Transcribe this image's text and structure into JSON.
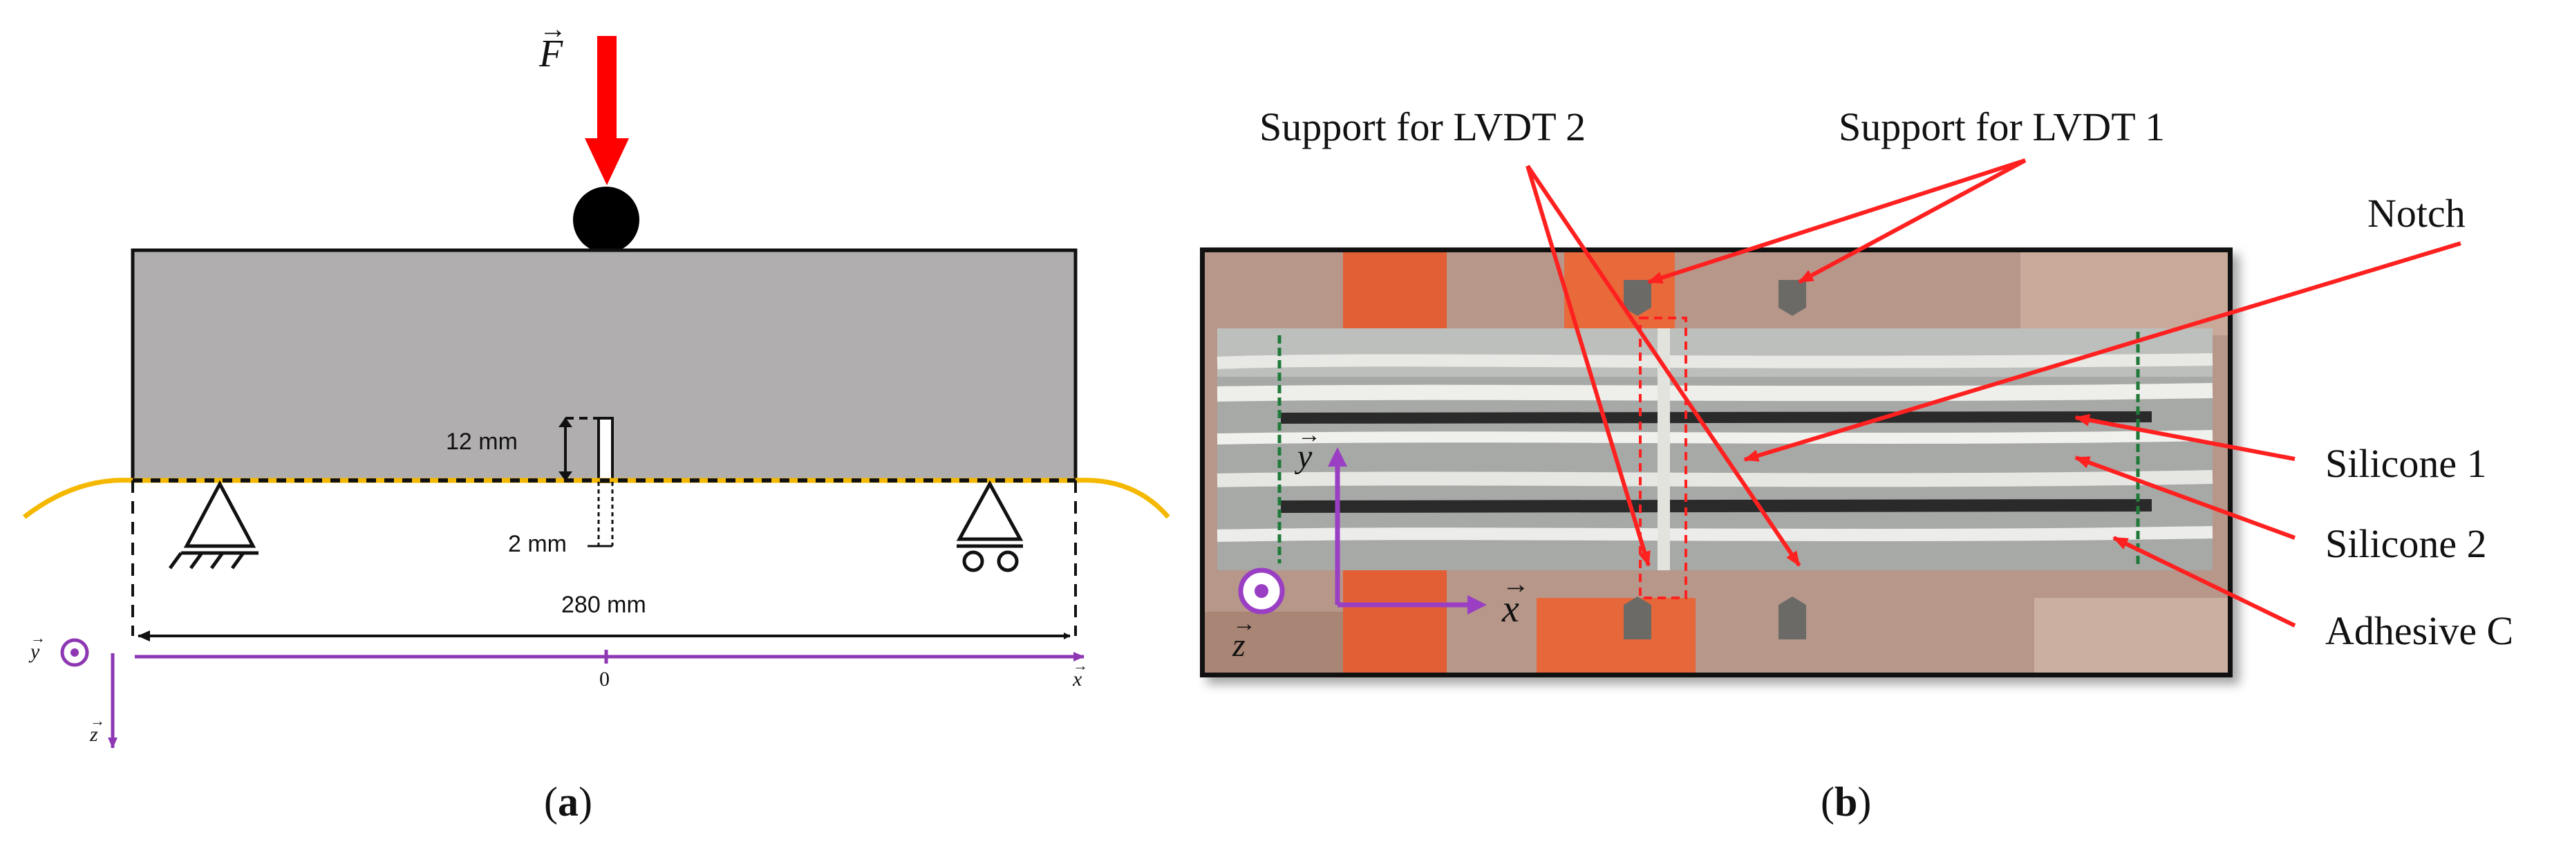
{
  "panel_a": {
    "caption_letter": "a",
    "force_symbol": "F",
    "notch_depth": "12 mm",
    "notch_width": "2 mm",
    "span": "280 mm",
    "origin_tick": "0",
    "axes": {
      "x": "x",
      "y": "y",
      "z": "z"
    },
    "colors": {
      "force": "#ff0000",
      "beam": "#b0aeae",
      "axis": "#8e37b3",
      "interface": "#f5b800"
    }
  },
  "panel_b": {
    "caption_letter": "b",
    "callouts": {
      "support_lvdt_2": "Support for LVDT 2",
      "support_lvdt_1": "Support for LVDT 1",
      "notch": "Notch",
      "silicone_1": "Silicone 1",
      "silicone_2": "Silicone 2",
      "adhesive_c": "Adhesive C"
    },
    "axes": {
      "x": "x",
      "y": "y",
      "z": "z"
    },
    "colors": {
      "callout": "#ff2020",
      "axis": "#9a3fc4",
      "frame": "#111111"
    }
  }
}
